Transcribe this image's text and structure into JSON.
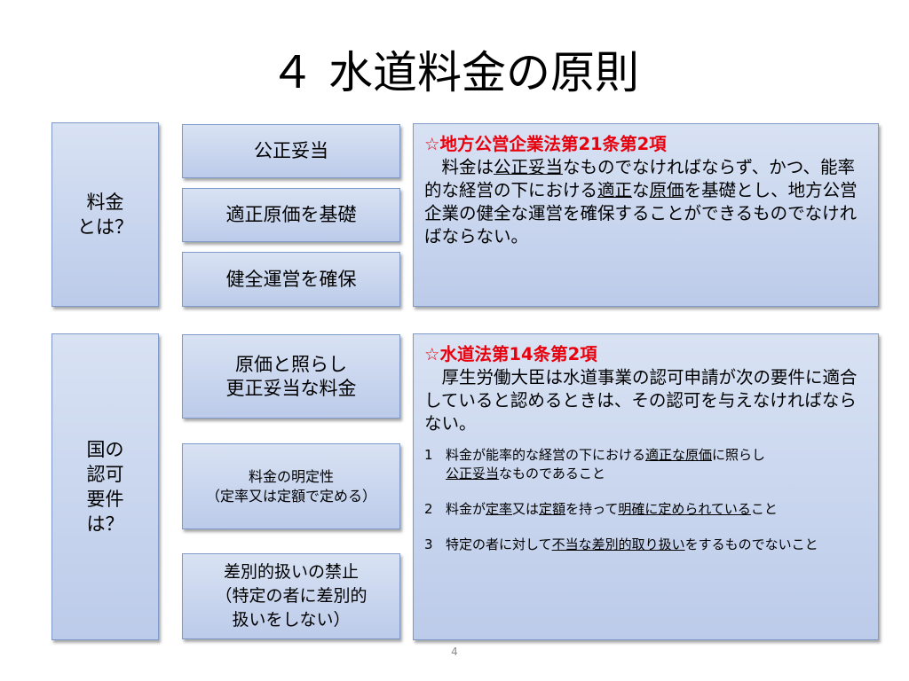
{
  "title": "４ 水道料金の原則",
  "section1": {
    "side_label": [
      "料金",
      "とは？"
    ],
    "buttons": [
      "公正妥当",
      "適正原価を基礎",
      "健全運営を確保"
    ],
    "law_title": "☆地方公営企業法第21条第2項",
    "body": [
      {
        "t": "　料金は",
        "u": false
      },
      {
        "t": "公正妥当",
        "u": true
      },
      {
        "t": "なものでなければならず、かつ、能率的な経営の下における",
        "u": false
      },
      {
        "t": "適正",
        "u": true
      },
      {
        "t": "な",
        "u": false
      },
      {
        "t": "原価",
        "u": true
      },
      {
        "t": "を基礎とし、地方公営企業の健全な運営を確保することができるものでなければならない。",
        "u": false
      }
    ]
  },
  "section2": {
    "side_label": [
      "国の",
      "認可",
      "要件",
      "は？"
    ],
    "buttons": [
      [
        "原価と照らし",
        "更正妥当な料金"
      ],
      [
        "料金の明定性",
        "（定率又は定額で定める）"
      ],
      [
        "差別的扱いの禁止",
        "（特定の者に差別的",
        "扱いをしない）"
      ]
    ],
    "law_title": "☆水道法第14条第2項",
    "body": "　厚生労働大臣は水道事業の認可申請が次の要件に適合していると認めるときは、その認可を与えなければならない。",
    "items": [
      {
        "num": "1",
        "parts": [
          {
            "t": "料金が能率的な経営の下における",
            "u": false
          },
          {
            "t": "適正な原価",
            "u": true
          },
          {
            "t": "に照らし",
            "u": false
          },
          {
            "t": "公正妥当",
            "u": true
          },
          {
            "t": "なものであること",
            "u": false
          }
        ]
      },
      {
        "num": "2",
        "parts": [
          {
            "t": "料金が",
            "u": false
          },
          {
            "t": "定率",
            "u": true
          },
          {
            "t": "又は",
            "u": false
          },
          {
            "t": "定額",
            "u": true
          },
          {
            "t": "を持って",
            "u": false
          },
          {
            "t": "明確に定められている",
            "u": true
          },
          {
            "t": "こと",
            "u": false
          }
        ]
      },
      {
        "num": "3",
        "parts": [
          {
            "t": "特定の者に対して",
            "u": false
          },
          {
            "t": "不当な差別的取り扱い",
            "u": true
          },
          {
            "t": "をするものでないこと",
            "u": false
          }
        ]
      }
    ]
  },
  "page_number": "4"
}
